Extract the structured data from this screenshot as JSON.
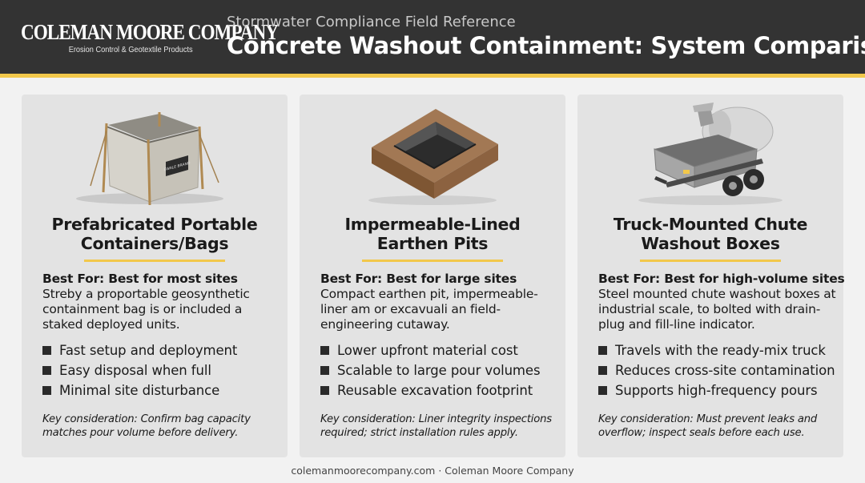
{
  "header": {
    "brand_name": "COLEMAN MOORE COMPANY",
    "brand_tagline": "Erosion Control & Geotextile Products",
    "subtitle": "Stormwater Compliance Field Reference",
    "title": "Concrete Washout Containment: System Comparison"
  },
  "colors": {
    "header_bg": "#333333",
    "accent": "#f2c84b",
    "card_bg": "#e3e3e3",
    "page_bg": "#f2f2f2"
  },
  "cards": [
    {
      "illustration": "portable-container-bag-icon",
      "illustration_text": "SWALE BRAND",
      "title_line1": "Prefabricated Portable",
      "title_line2": "Containers/Bags",
      "best_for": "Best For: Best for most sites",
      "description": "Streby a proportable geosynthetic containment bag is or included a staked deployed units.",
      "bullets": [
        "Fast setup and deployment",
        "Easy disposal when full",
        "Minimal site disturbance"
      ],
      "consideration": "Key consideration: Confirm bag capacity matches pour volume before delivery."
    },
    {
      "illustration": "lined-earthen-pit-icon",
      "title_line1": "Impermeable-Lined",
      "title_line2": "Earthen Pits",
      "best_for": "Best For: Best for large sites",
      "description": "Compact earthen pit, impermeable-liner am or excavuali an field-engineering cutaway.",
      "bullets": [
        "Lower upfront material cost",
        "Scalable to large pour volumes",
        "Reusable excavation footprint"
      ],
      "consideration": "Key consideration: Liner integrity inspections required; strict installation rules apply."
    },
    {
      "illustration": "truck-mounted-washout-box-icon",
      "title_line1": "Truck-Mounted Chute",
      "title_line2": "Washout Boxes",
      "best_for": "Best For: Best for high-volume sites",
      "description": "Steel mounted chute washout boxes at industrial scale, to bolted with drain-plug and fill-line indicator.",
      "bullets": [
        "Travels with the ready-mix truck",
        "Reduces cross-site contamination",
        "Supports high-frequency pours"
      ],
      "consideration": "Key consideration: Must prevent leaks and overflow; inspect seals before each use."
    }
  ],
  "footer": "colemanmoorecompany.com · Coleman Moore Company"
}
